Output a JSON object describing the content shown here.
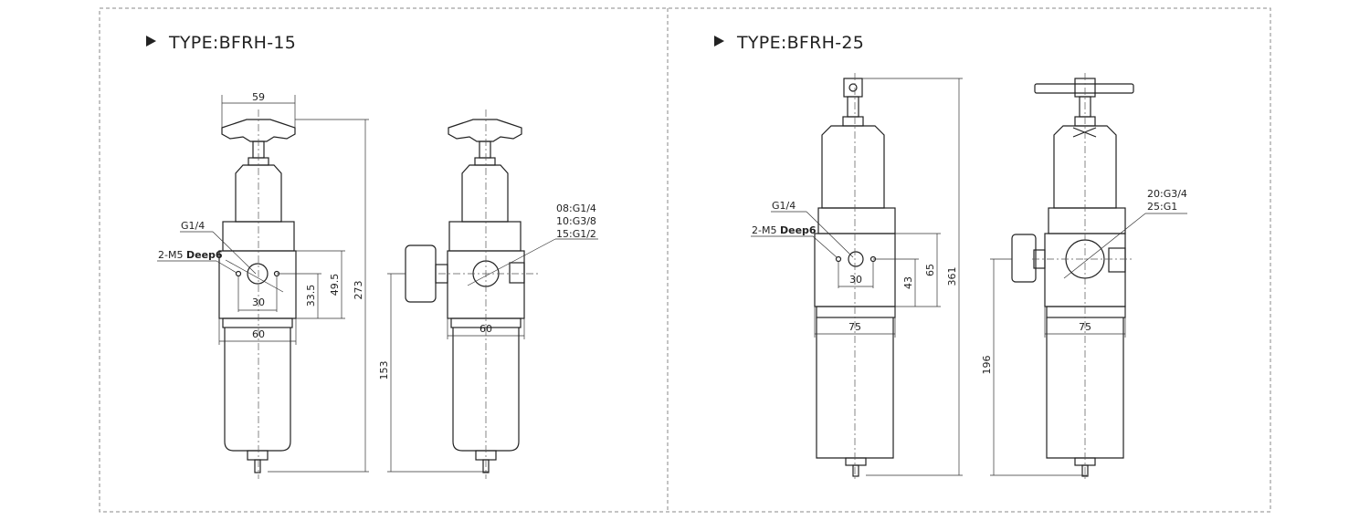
{
  "panels": [
    {
      "title": "TYPE:BFRH-15",
      "labels": {
        "top_width": "59",
        "port": "G1/4",
        "mount_prefix": "2-M5",
        "mount_depth": "Deep6",
        "hole_spacing": "30",
        "body_width_front": "60",
        "body_width_side": "60",
        "h_mount": "33.5",
        "h_port": "49.5",
        "h_total": "273",
        "h_bottom": "153",
        "thread_1": "08:G1/4",
        "thread_2": "10:G3/8",
        "thread_3": "15:G1/2"
      }
    },
    {
      "title": "TYPE:BFRH-25",
      "labels": {
        "port": "G1/4",
        "mount_prefix": "2-M5",
        "mount_depth": "Deep6",
        "hole_spacing": "30",
        "body_width_front": "75",
        "body_width_side": "75",
        "h_mount": "43",
        "h_port": "65",
        "h_total": "361",
        "h_bottom": "196",
        "thread_1": "20:G3/4",
        "thread_2": "25:G1"
      }
    }
  ]
}
